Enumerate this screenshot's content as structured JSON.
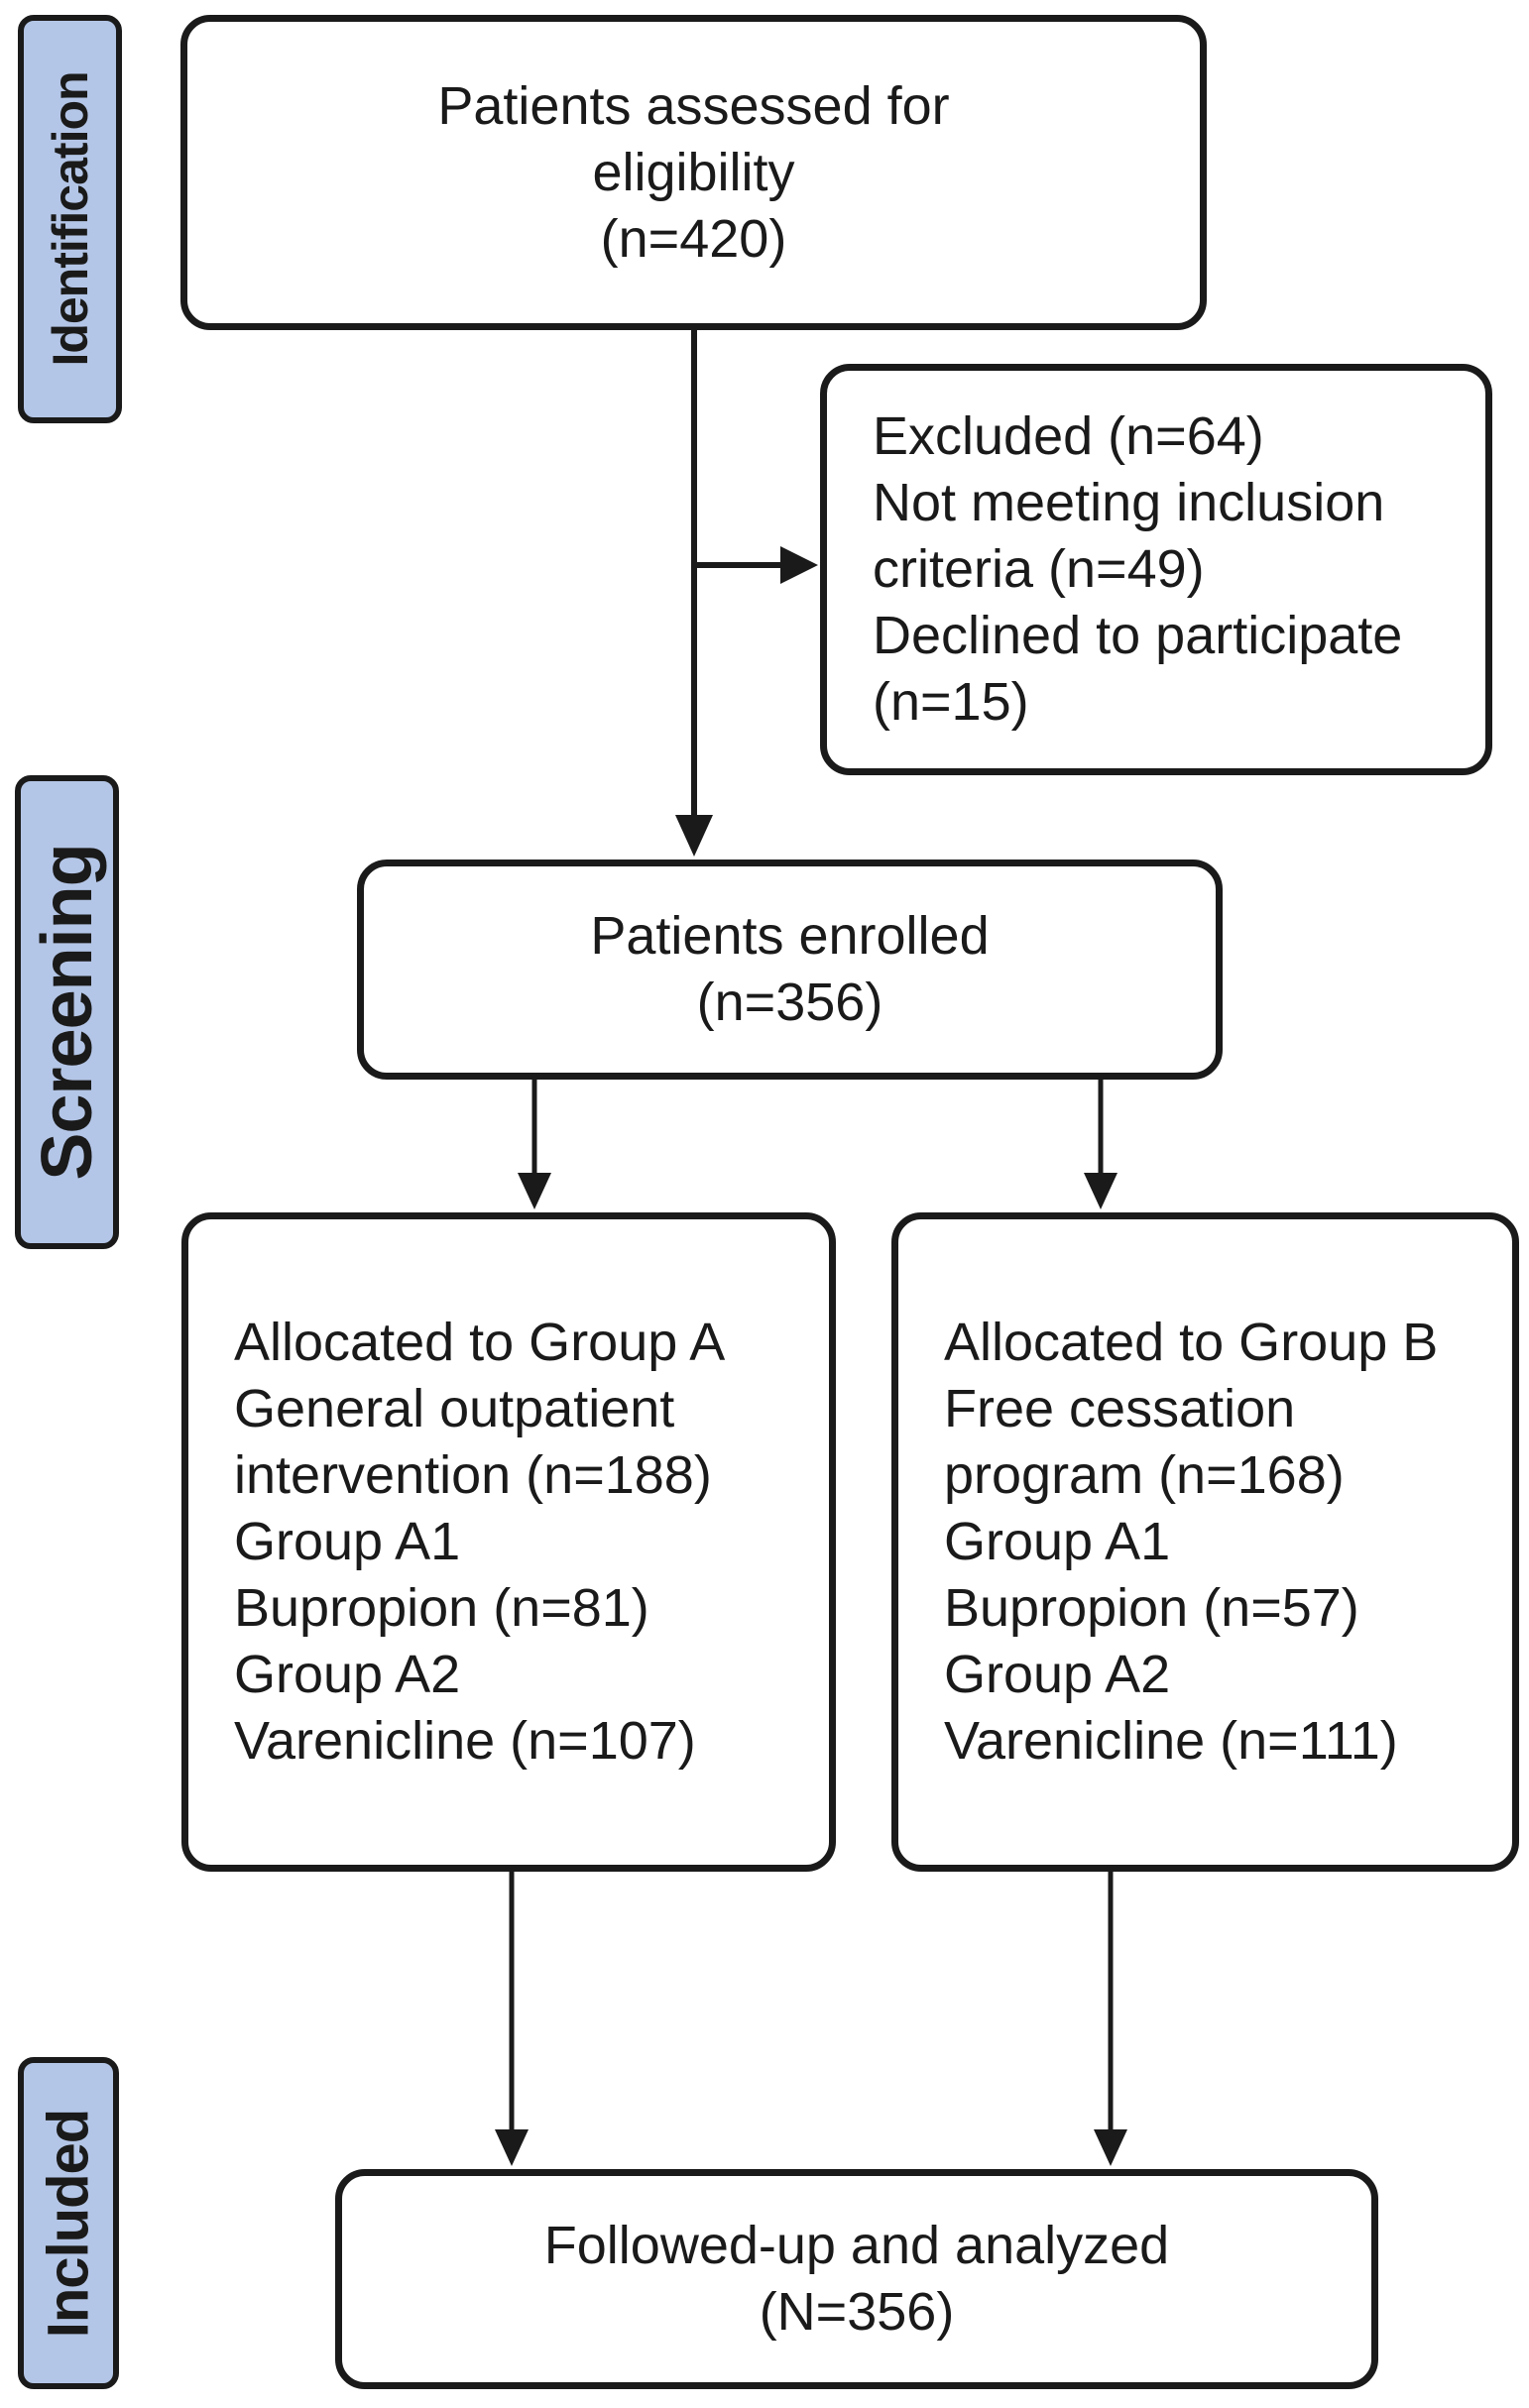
{
  "flowchart": {
    "stage_labels": {
      "identification": "Identification",
      "screening": "Screening",
      "included": "Included"
    },
    "boxes": {
      "assessed": {
        "lines": [
          "Patients assessed for",
          "eligibility",
          "(n=420)"
        ]
      },
      "excluded": {
        "lines": [
          "Excluded (n=64)",
          "Not meeting inclusion",
          "criteria (n=49)",
          "Declined to participate",
          "(n=15)"
        ]
      },
      "enrolled": {
        "lines": [
          "Patients enrolled",
          "(n=356)"
        ]
      },
      "group_a": {
        "lines": [
          "Allocated to Group A",
          "General outpatient",
          "intervention (n=188)",
          "Group A1",
          "Bupropion (n=81)",
          "Group A2",
          "Varenicline (n=107)"
        ]
      },
      "group_b": {
        "lines": [
          "Allocated to Group B",
          "Free cessation",
          "program (n=168)",
          "Group A1",
          "Bupropion (n=57)",
          "Group A2",
          "Varenicline (n=111)"
        ]
      },
      "followed": {
        "lines": [
          "Followed-up and analyzed",
          "(N=356)"
        ]
      }
    },
    "colors": {
      "stage_fill": "#b4c6e7",
      "ink": "#1a1a1a",
      "background": "#ffffff"
    }
  }
}
